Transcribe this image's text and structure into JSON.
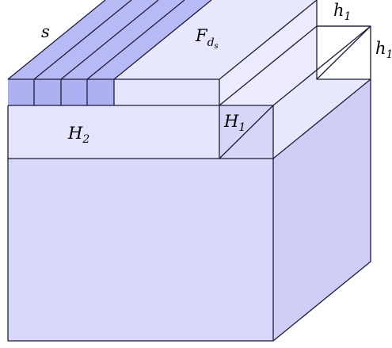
{
  "diagram": {
    "labels": {
      "s": "s",
      "F": "F",
      "F_sub": "d",
      "F_subsub": "s",
      "H2": "H",
      "H2_sub": "2",
      "H1": "H",
      "H1_sub": "1",
      "h1_top": "h",
      "h1_top_sub": "1",
      "h1_right": "h",
      "h1_right_sub": "1"
    },
    "colors": {
      "stroke": "#1c1c3a",
      "cube_front": "#d8d8fa",
      "cube_top": "#e8e8fc",
      "cube_side": "#cdcdf5",
      "slab_front": "#e4e4fb",
      "slab_top": "#ebebfd",
      "slab_side": "#d6d6f7",
      "strip_front": "#aeb0f2",
      "strip_top": "#b8baf5",
      "rear_box": "#ffffff"
    }
  }
}
